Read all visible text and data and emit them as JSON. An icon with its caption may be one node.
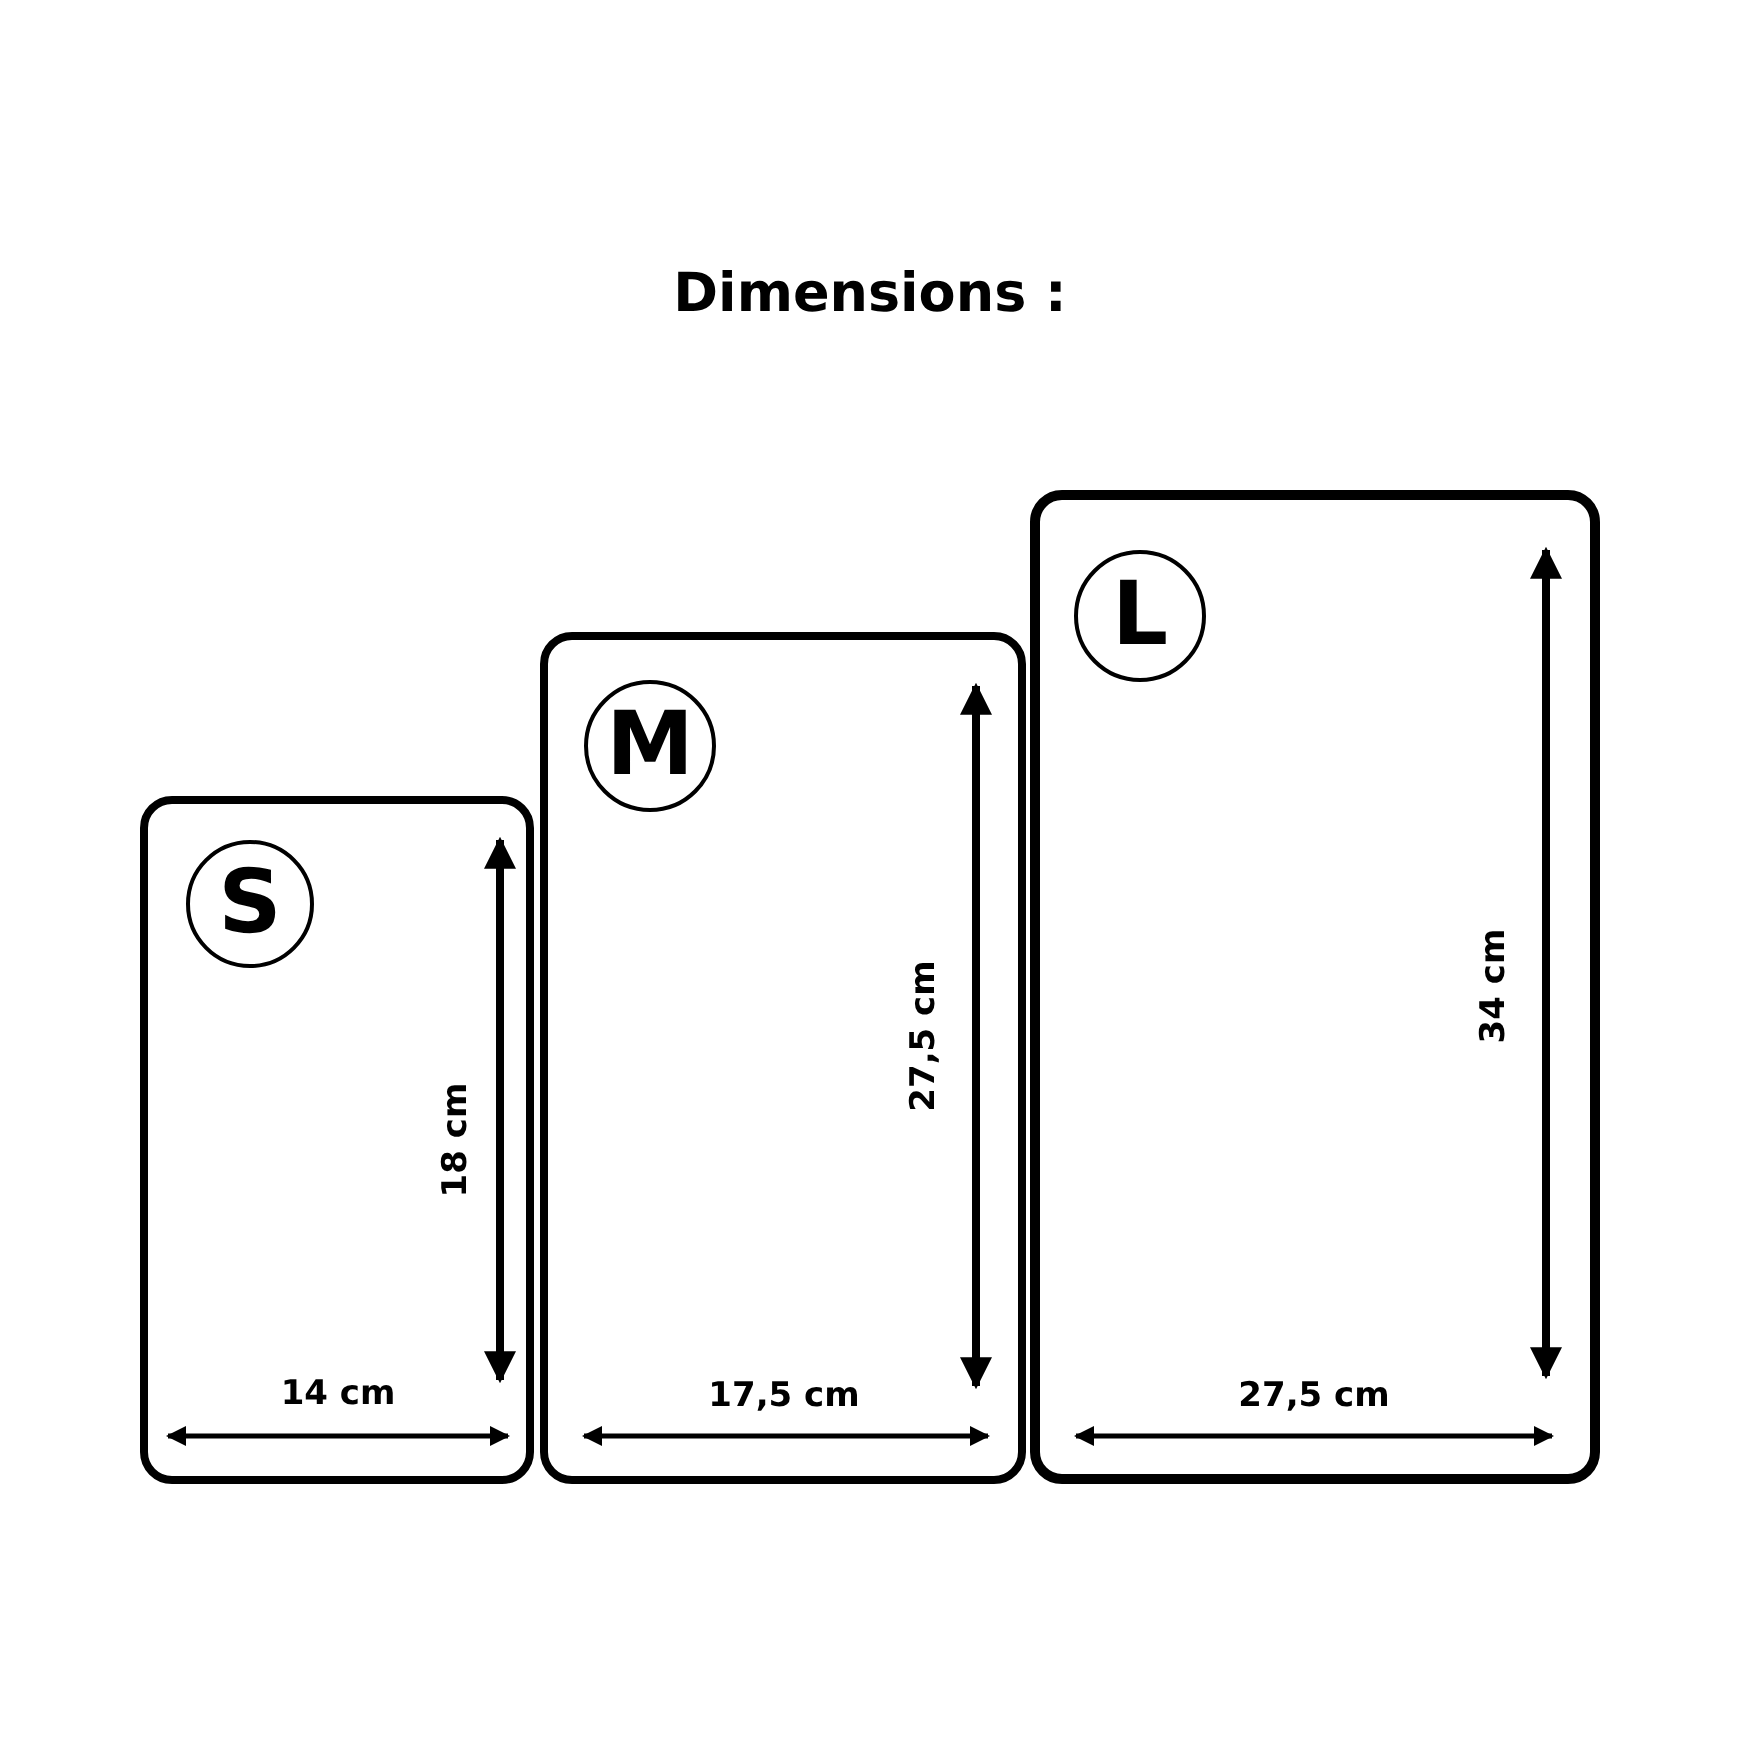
{
  "diagram": {
    "title": "Dimensions :",
    "nodes": [
      {
        "text": [],
        "shape": "box"
      },
      {
        "text": [
          "S"
        ],
        "in": 0
      },
      {
        "text": [],
        "shape": "box"
      },
      {
        "text": [
          "M"
        ],
        "in": 2
      },
      {
        "text": [],
        "shape": "box"
      },
      {
        "text": [
          "L"
        ],
        "in": 4
      }
    ],
    "edges": [],
    "labels": [
      "18 cm",
      "14 cm",
      "27,5 cm",
      "17,5 cm",
      "34 cm",
      "27,5 cm"
    ]
  }
}
